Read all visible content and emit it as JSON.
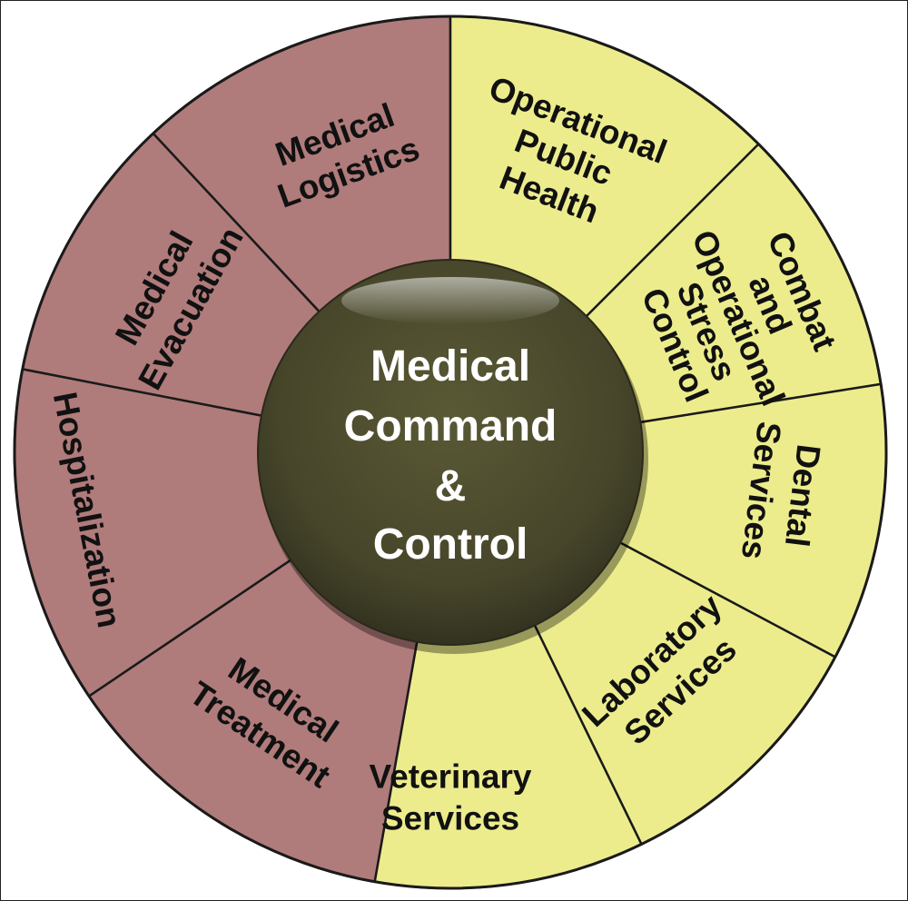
{
  "diagram": {
    "center": {
      "lines": [
        "Medical",
        "Command",
        "&",
        "Control"
      ]
    },
    "segments": [
      {
        "id": "medical-logistics",
        "lines": [
          "Medical",
          "Logistics"
        ],
        "group": "red"
      },
      {
        "id": "operational-public-health",
        "lines": [
          "Operational",
          "Public",
          "Health"
        ],
        "group": "yellow"
      },
      {
        "id": "combat-operational-stress-control",
        "lines": [
          "Combat",
          "and",
          "Operational",
          "Stress",
          "Control"
        ],
        "group": "yellow"
      },
      {
        "id": "dental-services",
        "lines": [
          "Dental",
          "Services"
        ],
        "group": "yellow"
      },
      {
        "id": "laboratory-services",
        "lines": [
          "Laboratory",
          "Services"
        ],
        "group": "yellow"
      },
      {
        "id": "veterinary-services",
        "lines": [
          "Veterinary",
          "Services"
        ],
        "group": "yellow"
      },
      {
        "id": "medical-treatment",
        "lines": [
          "Medical",
          "Treatment"
        ],
        "group": "red"
      },
      {
        "id": "hospitalization",
        "lines": [
          "Hospitalization"
        ],
        "group": "red"
      },
      {
        "id": "medical-evacuation",
        "lines": [
          "Medical",
          "Evacuation"
        ],
        "group": "red"
      }
    ],
    "colors": {
      "red": "#b07b7b",
      "yellow": "#ecec8d",
      "hub": "#4b4a2b",
      "outline": "#1a1a1a",
      "segment_text": "#111111",
      "hub_text": "#ffffff"
    }
  }
}
